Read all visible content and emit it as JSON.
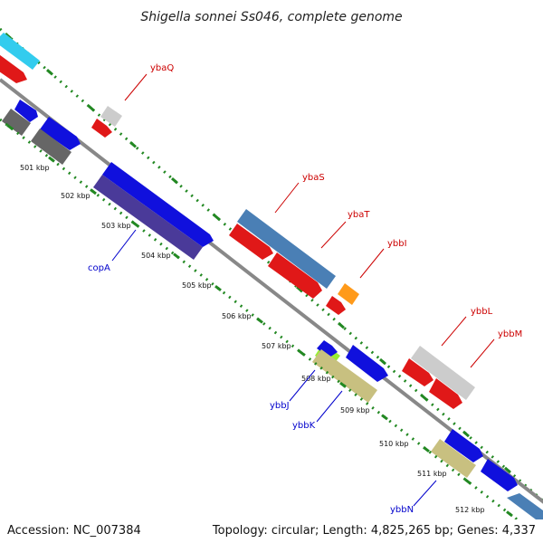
{
  "title": "Shigella sonnei Ss046, complete genome",
  "footer": {
    "accession": "Accession: NC_007384",
    "topology": "Topology: circular; Length: 4,825,265 bp; Genes: 4,337"
  },
  "ticks": [
    "501 kbp",
    "502 kbp",
    "503 kbp",
    "504 kbp",
    "505 kbp",
    "506 kbp",
    "507 kbp",
    "508 kbp",
    "509 kbp",
    "510 kbp",
    "511 kbp",
    "512 kbp"
  ],
  "colors": {
    "forward_strand_label": "#cc0000",
    "reverse_strand_label": "#0000cc",
    "backbone": "#888888",
    "ruler_ticks": "#228822"
  },
  "genes": [
    {
      "name": "ybaQ",
      "strand": "forward"
    },
    {
      "name": "ybaS",
      "strand": "forward"
    },
    {
      "name": "ybaT",
      "strand": "forward"
    },
    {
      "name": "ybbI",
      "strand": "forward"
    },
    {
      "name": "ybbL",
      "strand": "forward"
    },
    {
      "name": "ybbM",
      "strand": "forward"
    },
    {
      "name": "copA",
      "strand": "reverse"
    },
    {
      "name": "ybbJ",
      "strand": "reverse"
    },
    {
      "name": "ybbK",
      "strand": "reverse"
    },
    {
      "name": "ybbN",
      "strand": "reverse"
    }
  ]
}
